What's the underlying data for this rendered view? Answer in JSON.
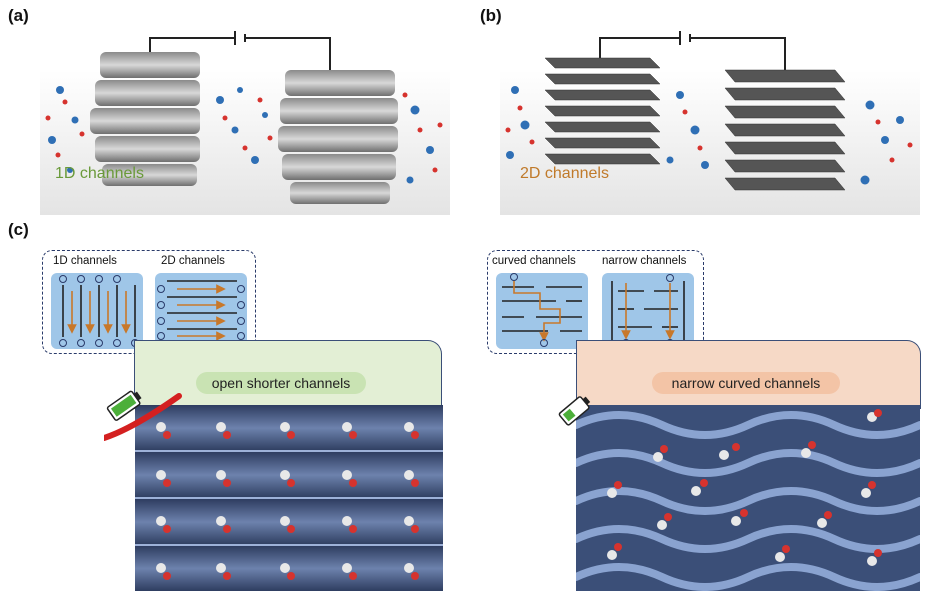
{
  "panels": {
    "a": {
      "label": "(a)",
      "caption": "1D channels",
      "caption_color": "#6a9a3a"
    },
    "b": {
      "label": "(b)",
      "caption": "2D channels",
      "caption_color": "#c07a2a"
    },
    "c": {
      "label": "(c)",
      "left_inset": {
        "title_1": "1D channels",
        "title_2": "2D channels"
      },
      "right_inset": {
        "title_1": "curved channels",
        "title_2": "narrow channels"
      },
      "left_banner": "open shorter channels",
      "right_banner": "narrow curved channels"
    }
  },
  "colors": {
    "inset_fill": "#9fc6e8",
    "arrow": "#c8782a",
    "left_tab": "#e3efd5",
    "right_tab": "#f6d9c6",
    "channel": "#3b4f78",
    "battery": "#4caf3a"
  }
}
